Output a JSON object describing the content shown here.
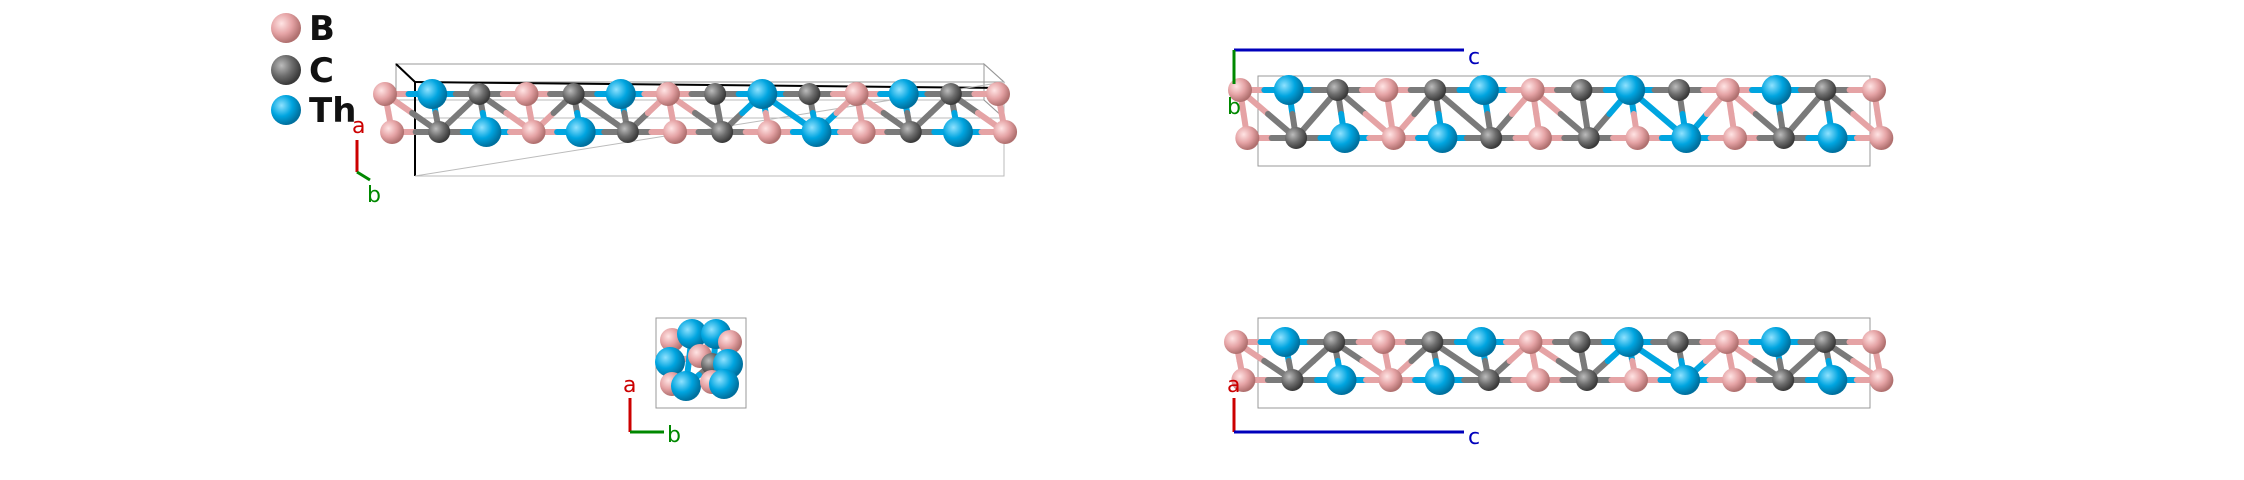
{
  "legend": [
    {
      "symbol": "B",
      "color": "#e5a3a5"
    },
    {
      "symbol": "C",
      "color": "#6d6d6d"
    },
    {
      "symbol": "Th",
      "color": "#00a5e0"
    }
  ],
  "axes": {
    "a": {
      "label": "a",
      "color": "#cc0000"
    },
    "b": {
      "label": "b",
      "color": "#008800"
    },
    "c": {
      "label": "c",
      "color": "#0000bb"
    }
  },
  "panels": [
    {
      "id": "perspective",
      "axis_labels": [
        "a",
        "b"
      ]
    },
    {
      "id": "view-bc",
      "axis_labels": [
        "c",
        "b"
      ]
    },
    {
      "id": "view-ab",
      "axis_labels": [
        "a",
        "b"
      ]
    },
    {
      "id": "view-ac",
      "axis_labels": [
        "a",
        "c"
      ]
    }
  ]
}
